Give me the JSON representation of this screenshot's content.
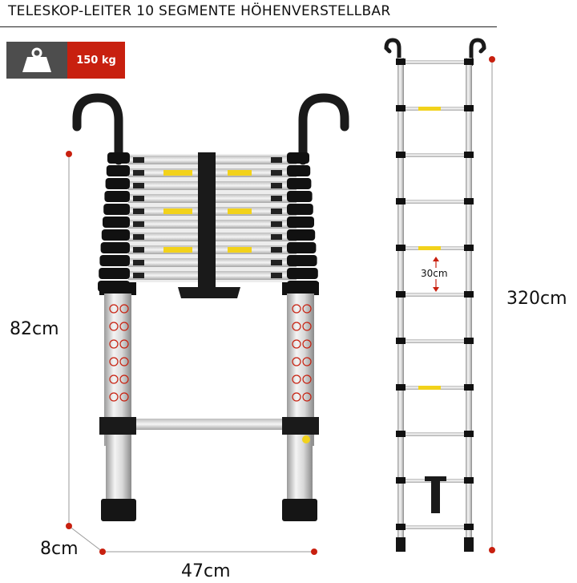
{
  "title": "TELESKOP-LEITER 10 SEGMENTE HÖHENVERSTELLBAR",
  "badge": {
    "icon": "weight-icon",
    "load": "150 kg",
    "left_color": "#4d4d4d",
    "right_color": "#c8200f"
  },
  "dimensions": {
    "collapsed_height": "82cm",
    "foot_height": "8cm",
    "width": "47cm",
    "extended_height": "320cm",
    "rung_spacing": "30cm"
  },
  "colors": {
    "marker": "#c8200f",
    "accent_label": "#f2d21b"
  }
}
